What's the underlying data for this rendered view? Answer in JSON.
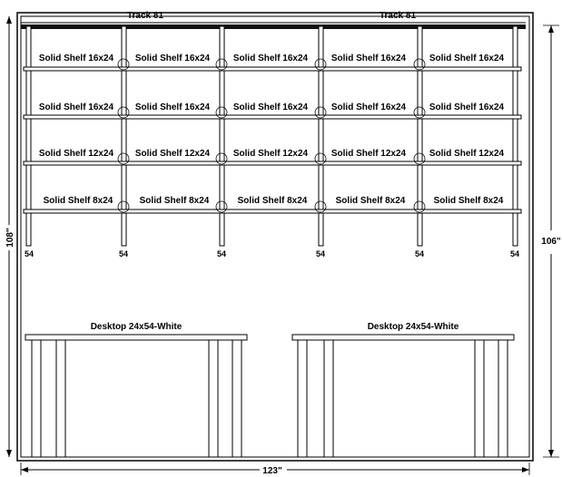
{
  "tracks": {
    "left": "Track 81",
    "right": "Track 81"
  },
  "shelf_rows": [
    [
      "Solid Shelf 16x24",
      "Solid Shelf 16x24",
      "Solid Shelf 16x24",
      "Solid Shelf 16x24",
      "Solid Shelf 16x24"
    ],
    [
      "Solid Shelf 16x24",
      "Solid Shelf 16x24",
      "Solid Shelf 16x24",
      "Solid Shelf 16x24",
      "Solid Shelf 16x24"
    ],
    [
      "Solid Shelf 12x24",
      "Solid Shelf 12x24",
      "Solid Shelf 12x24",
      "Solid Shelf 12x24",
      "Solid Shelf 12x24"
    ],
    [
      "Solid Shelf 8x24",
      "Solid Shelf 8x24",
      "Solid Shelf 8x24",
      "Solid Shelf 8x24",
      "Solid Shelf 8x24"
    ]
  ],
  "upright_labels": [
    "54",
    "54",
    "54",
    "54",
    "54",
    "54"
  ],
  "desks": {
    "left": "Desktop 24x54-White",
    "right": "Desktop 24x54-White"
  },
  "dimensions": {
    "height_left": "108\"",
    "height_right": "106\"",
    "width": "123\""
  }
}
